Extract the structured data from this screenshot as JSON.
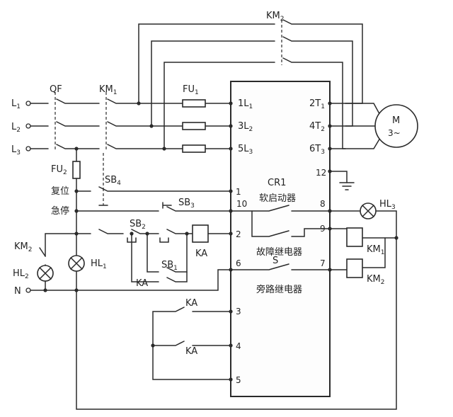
{
  "supply": {
    "l1": "L",
    "l1_sub": "1",
    "l2": "L",
    "l2_sub": "2",
    "l3": "L",
    "l3_sub": "3",
    "n": "N"
  },
  "breaker": {
    "qf": "QF"
  },
  "contactors": {
    "km1": "KM",
    "km1_sub": "1",
    "km2_top": "KM",
    "km2_top_sub": "2",
    "km2_left": "KM",
    "km2_left_sub": "2",
    "km1_coil": "KM",
    "km1_coil_sub": "1",
    "km2_coil": "KM",
    "km2_coil_sub": "2"
  },
  "fuses": {
    "fu1": "FU",
    "fu1_sub": "1",
    "fu2": "FU",
    "fu2_sub": "2"
  },
  "buttons": {
    "sb4": "SB",
    "sb4_sub": "4",
    "sb3": "SB",
    "sb3_sub": "3",
    "sb2": "SB",
    "sb2_sub": "2",
    "sb1": "SB",
    "sb1_sub": "1",
    "reset": "复位",
    "estop": "急停"
  },
  "lamps": {
    "hl1": "HL",
    "hl1_sub": "1",
    "hl2": "HL",
    "hl2_sub": "2",
    "hl3": "HL",
    "hl3_sub": "3"
  },
  "relay": {
    "ka_coil": "KA",
    "ka_hold": "KA",
    "ka_3": "KA",
    "ka_4": "KA"
  },
  "motor": {
    "name": "M",
    "phase": "3~"
  },
  "starter": {
    "name": "CR1",
    "name_cn": "软启动器",
    "fault_relay": "故障继电器",
    "bypass_relay": "旁路继电器",
    "bypass_contact": "S",
    "in1": "1L",
    "in1_sub": "1",
    "in2": "3L",
    "in2_sub": "2",
    "in3": "5L",
    "in3_sub": "3",
    "out1": "2T",
    "out1_sub": "1",
    "out2": "4T",
    "out2_sub": "2",
    "out3": "6T",
    "out3_sub": "3",
    "t1": "1",
    "t2": "2",
    "t3": "3",
    "t4": "4",
    "t5": "5",
    "t6": "6",
    "t7": "7",
    "t8": "8",
    "t9": "9",
    "t10": "10",
    "t12": "12"
  }
}
